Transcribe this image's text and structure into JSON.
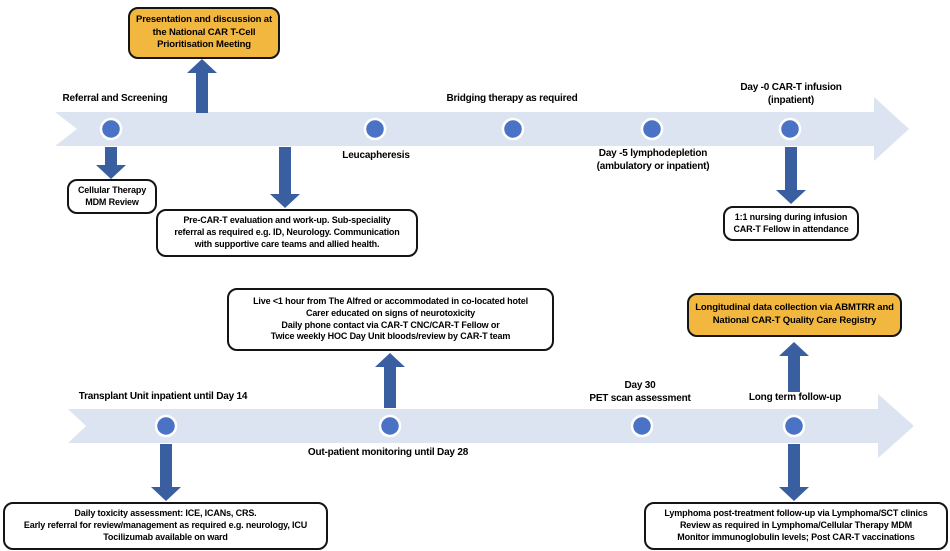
{
  "colors": {
    "timeline_band": "#dce4f1",
    "milestone_dot": "#4a73c6",
    "dot_ring": "#ffffff",
    "connector_arrow": "#3a5fa0",
    "highlight_box_fill": "#f2b73e",
    "box_border": "#141414",
    "text": "#000000"
  },
  "top_timeline": {
    "milestones": [
      {
        "label": "Referral and Screening"
      },
      {
        "label": "Leucapheresis"
      },
      {
        "label": "Bridging therapy as required"
      },
      {
        "label": "Day -5 lymphodepletion\n(ambulatory or inpatient)"
      },
      {
        "label": "Day -0 CAR-T infusion\n(inpatient)"
      }
    ],
    "callouts": {
      "prioritisation_meeting": "Presentation and discussion at\nthe National CAR T-Cell\nPrioritisation Meeting",
      "mdm_review": "Cellular Therapy\nMDM Review",
      "pre_cart_workup": "Pre-CAR-T evaluation and work-up. Sub-speciality\nreferral as required e.g. ID, Neurology. Communication\nwith supportive care teams and allied health.",
      "infusion_nursing": "1:1 nursing during infusion\nCAR-T Fellow in attendance"
    }
  },
  "bottom_timeline": {
    "milestones": [
      {
        "label": "Transplant Unit inpatient until Day 14"
      },
      {
        "label": "Out-patient monitoring until Day 28"
      },
      {
        "label": "Day 30\nPET scan assessment"
      },
      {
        "label": "Long term follow-up"
      }
    ],
    "callouts": {
      "outpatient_requirements": "Live <1 hour from The Alfred or accommodated in co-located hotel\nCarer educated on signs of neurotoxicity\nDaily phone contact via CAR-T CNC/CAR-T Fellow or\nTwice weekly HOC Day Unit bloods/review by CAR-T team",
      "registry": "Longitudinal data collection via ABMTRR and\nNational CAR-T Quality Care Registry",
      "toxicity_assessment": "Daily toxicity assessment: ICE, ICANs, CRS.\nEarly referral for review/management as required e.g. neurology, ICU\nTocilizumab available on ward",
      "post_treatment_followup": "Lymphoma post-treatment follow-up via Lymphoma/SCT clinics\nReview as required in Lymphoma/Cellular Therapy MDM\nMonitor immunoglobulin levels; Post CAR-T vaccinations"
    }
  }
}
